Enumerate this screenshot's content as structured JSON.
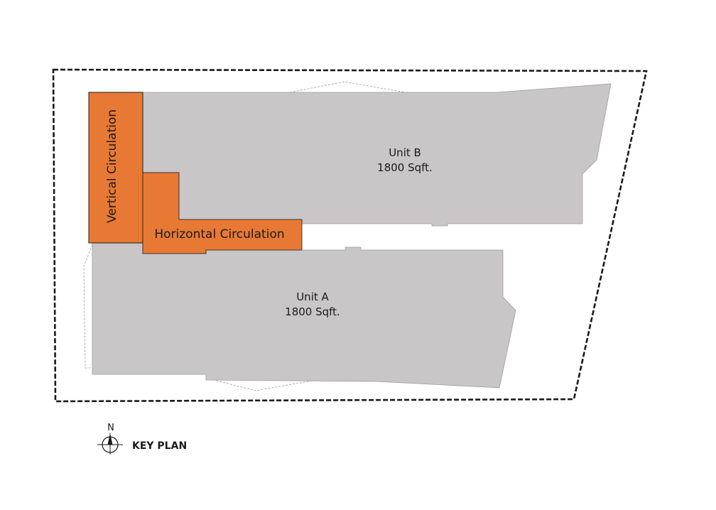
{
  "title": "KEY PLAN",
  "north_label": "N",
  "units": [
    {
      "name": "Unit B",
      "area": "1800 Sqft."
    },
    {
      "name": "Unit A",
      "area": "1800 Sqft."
    }
  ],
  "circulation": {
    "vertical": "Vertical Circulation",
    "horizontal": "Horizontal Circulation"
  },
  "colors": {
    "unit_fill": "#c9c6c7",
    "circulation_fill": "#e87934",
    "boundary": "#1a1a1a",
    "background": "#ffffff"
  }
}
